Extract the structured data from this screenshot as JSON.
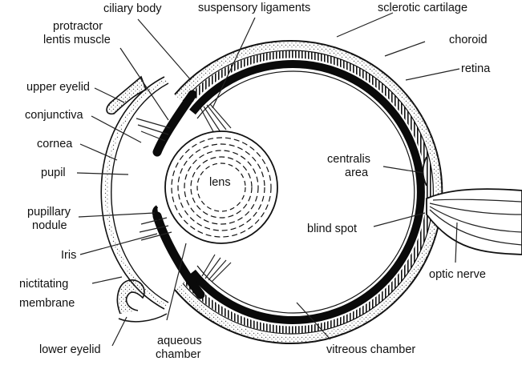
{
  "labels": {
    "ciliary_body": "ciliary body",
    "suspensory_ligaments": "suspensory ligaments",
    "sclerotic_cartilage": "sclerotic cartilage",
    "protractor_line1": "protractor",
    "protractor_line2": "lentis muscle",
    "choroid": "choroid",
    "retina": "retina",
    "upper_eyelid": "upper eyelid",
    "conjunctiva": "conjunctiva",
    "cornea": "cornea",
    "pupil": "pupil",
    "lens": "lens",
    "centralis_line1": "centralis",
    "centralis_line2": "area",
    "pupillary_line1": "pupillary",
    "pupillary_line2": "nodule",
    "blind_spot": "blind spot",
    "iris": "Iris",
    "optic_nerve": "optic nerve",
    "nictitating_line1": "nictitating",
    "nictitating_line2": "membrane",
    "lower_eyelid": "lower eyelid",
    "aqueous_line1": "aqueous",
    "aqueous_line2": "chamber",
    "vitreous_chamber": "vitreous chamber"
  }
}
